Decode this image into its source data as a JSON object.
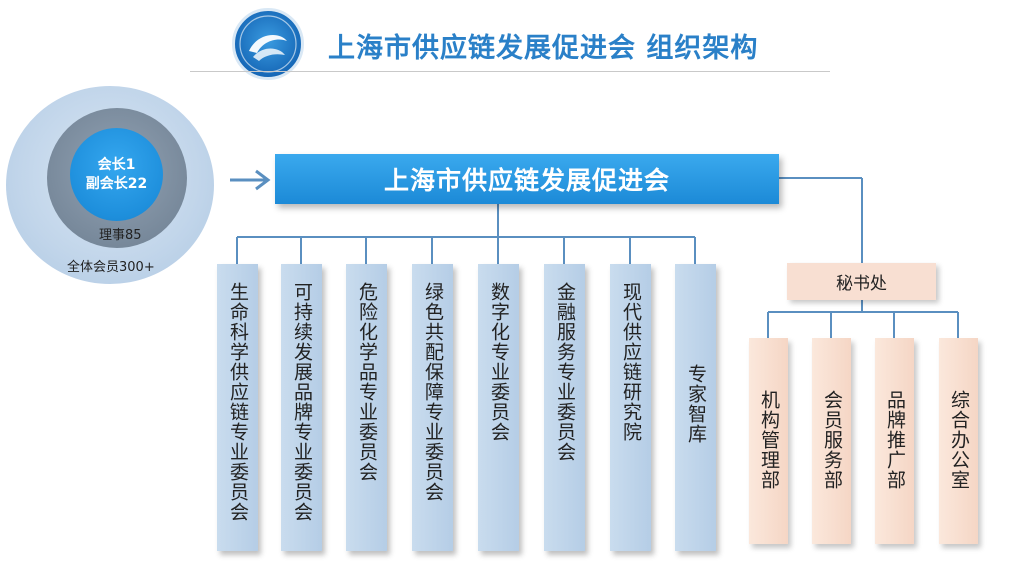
{
  "header": {
    "title": "上海市供应链发展促进会 组织架构"
  },
  "membership": {
    "inner_line1": "会长1",
    "inner_line2": "副会长22",
    "directors": "理事85",
    "members": "全体会员300+"
  },
  "organization": {
    "name": "上海市供应链发展促进会"
  },
  "committees": [
    "生命科学供应链专业委员会",
    "可持续发展品牌专业委员会",
    "危险化学品专业委员会",
    "绿色共配保障专业委员会",
    "数字化专业委员会",
    "金融服务专业委员会",
    "现代供应链研究院",
    "专家智库"
  ],
  "secretariat": {
    "name": "秘书处",
    "departments": [
      "机构管理部",
      "会员服务部",
      "品牌推广部",
      "综合办公室"
    ]
  },
  "colors": {
    "accent_blue": "#2a80c8",
    "org_box_blue": "#1e8fdc",
    "committee_fill": "#bfd4ea",
    "department_fill": "#f8dfd2",
    "connector_line": "#5a8fc0"
  },
  "icons": {
    "logo": "association-logo",
    "arrow": "arrow-right-icon"
  }
}
